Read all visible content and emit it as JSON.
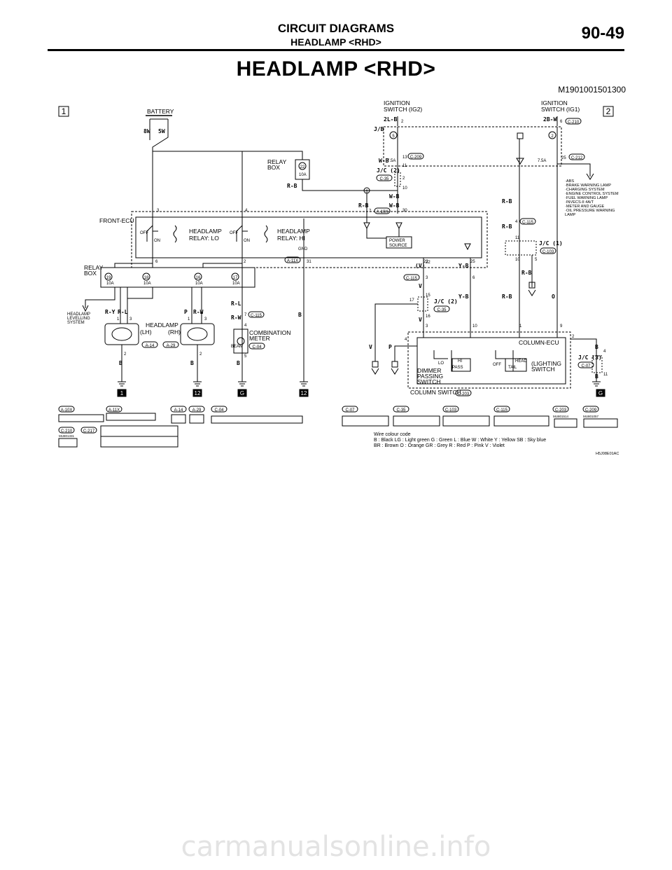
{
  "header": {
    "section": "CIRCUIT DIAGRAMS",
    "subsection": "HEADLAMP <RHD>",
    "page_number": "90-49"
  },
  "title": "HEADLAMP <RHD>",
  "doc_code": "M1901001501300",
  "sheet_markers": [
    "1",
    "2"
  ],
  "components": {
    "battery": "BATTERY",
    "ign_ig2": [
      "IGNITION",
      "SWITCH (IG2)"
    ],
    "ign_ig1": [
      "IGNITION",
      "SWITCH (IG1)"
    ],
    "relay_box_top": [
      "RELAY",
      "BOX"
    ],
    "relay_box_left": [
      "RELAY",
      "BOX"
    ],
    "front_ecu": "FRONT-ECU",
    "relay_lo": [
      "HEADLAMP",
      "RELAY: LO"
    ],
    "relay_hi": [
      "HEADLAMP",
      "RELAY: HI"
    ],
    "power_source": [
      "POWER",
      "SOURCE"
    ],
    "gnd": "GND",
    "levelling": [
      "HEADLAMP",
      "LEVELLING",
      "SYSTEM"
    ],
    "headlamp": "HEADLAMP",
    "lh": "(LH)",
    "rh": "(RH)",
    "comb_meter": [
      "COMBINATION",
      "METER"
    ],
    "beam": "BEAM",
    "column_ecu": "COLUMN-ECU",
    "dimmer": [
      "DIMMER",
      "PASSING",
      "SWITCH"
    ],
    "lighting": [
      "(LIGHTING",
      "SWITCH"
    ],
    "column_switch": "COLUMN SWITCH",
    "sw_lo": "LO",
    "sw_hi": "HI",
    "sw_pass": "PASS",
    "sw_off": "OFF",
    "sw_tail": "TAIL",
    "sw_head": "HEAD",
    "relay_off": "OFF",
    "relay_on": "ON"
  },
  "ig1_loads": [
    "·ABS",
    "·BRAKE WARNING LAMP",
    "·CHARGING SYSTEM",
    "·ENGINE CONTROL SYSTEM",
    "·FUEL WARNING LAMP",
    "·INVECS-II 4A/T",
    "·METER AND GAUGE",
    "·OIL PRESSURE WARNING",
    "  LAMP"
  ],
  "fuses": [
    {
      "num": "5",
      "rating": "7.5A"
    },
    {
      "num": "2",
      "rating": "7.5A"
    },
    {
      "num": "22",
      "rating": "10A"
    },
    {
      "num": "19",
      "rating": "10A"
    },
    {
      "num": "18",
      "rating": "10A"
    },
    {
      "num": "16",
      "rating": "10A"
    },
    {
      "num": "17",
      "rating": "10A"
    }
  ],
  "wires": {
    "bw": "8W",
    "5w": "5W",
    "2lb": "2L-B",
    "2bw": "2B-W",
    "jb": "J/B",
    "wb": "W-B",
    "rb": "R-B",
    "ry": "R-Y",
    "rl": "R-L",
    "p": "P",
    "rw": "R-W",
    "b": "B",
    "v": "V",
    "yb": "Y-B",
    "o": "O",
    "v_paren": "(V)"
  },
  "connectors": {
    "c210": "C-210",
    "c209": "C-209",
    "c212": "C-212",
    "c35": "C-35",
    "a10x": "A-10X",
    "c115": "C-115",
    "c103": "C-103",
    "a11x": "A-11X",
    "a14": "A-14",
    "a29": "A-29",
    "c04": "C-04",
    "c07": "C-07",
    "c203": "C-203",
    "c217": "C-217"
  },
  "junctions": {
    "jc2": "J/C (2)",
    "jc1": "J/C (1)",
    "jc3": "J/C (3)"
  },
  "pins": [
    "2",
    "6",
    "13",
    "11",
    "25",
    "2",
    "10",
    "7",
    "30",
    "3",
    "4",
    "6",
    "2",
    "31",
    "22",
    "25",
    "3",
    "6",
    "15",
    "17",
    "16",
    "3",
    "10",
    "1",
    "9",
    "4",
    "11",
    "10",
    "5",
    "1",
    "3",
    "2",
    "1",
    "3",
    "2",
    "7",
    "4",
    "5",
    "2",
    "4",
    "11"
  ],
  "ground_marks": [
    "1",
    "12",
    "G",
    "12",
    "G"
  ],
  "connector_legend": [
    "A-10X",
    "A-11X",
    "A-14",
    "A-29",
    "C-04",
    "C-07",
    "C-35",
    "C-103",
    "C-115",
    "C-203",
    "C-209",
    "C-210",
    "C-217"
  ],
  "legend_small": {
    "c203": "MU801514",
    "c209": "MU801057",
    "c210": "MU801331"
  },
  "colour_code": {
    "heading": "Wire colour code",
    "line1": "B : Black     LG : Light green     G : Green     L : Blue     W : White     Y : Yellow     SB : Sky blue",
    "line2": "BR : Brown     O : Orange     GR : Grey     R : Red     P : Pink     V : Violet"
  },
  "figure_id": "H5J08E01AC",
  "watermark": "carmanualsonline.info"
}
